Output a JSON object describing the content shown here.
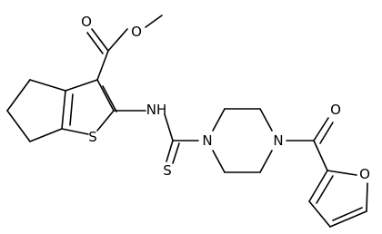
{
  "diagram_type": "chemical-structure",
  "atoms": {
    "ester_carbonyl_o": "O",
    "ester_alkoxy_o": "O",
    "thiophene_s": "S",
    "amine_nh": "NH",
    "thioamide_s": "S",
    "piperazine_n1": "N",
    "piperazine_n4": "N",
    "ketone_o": "O",
    "furan_o": "O"
  },
  "colors": {
    "bond": "#000000",
    "label": "#000000",
    "background": "#ffffff"
  }
}
